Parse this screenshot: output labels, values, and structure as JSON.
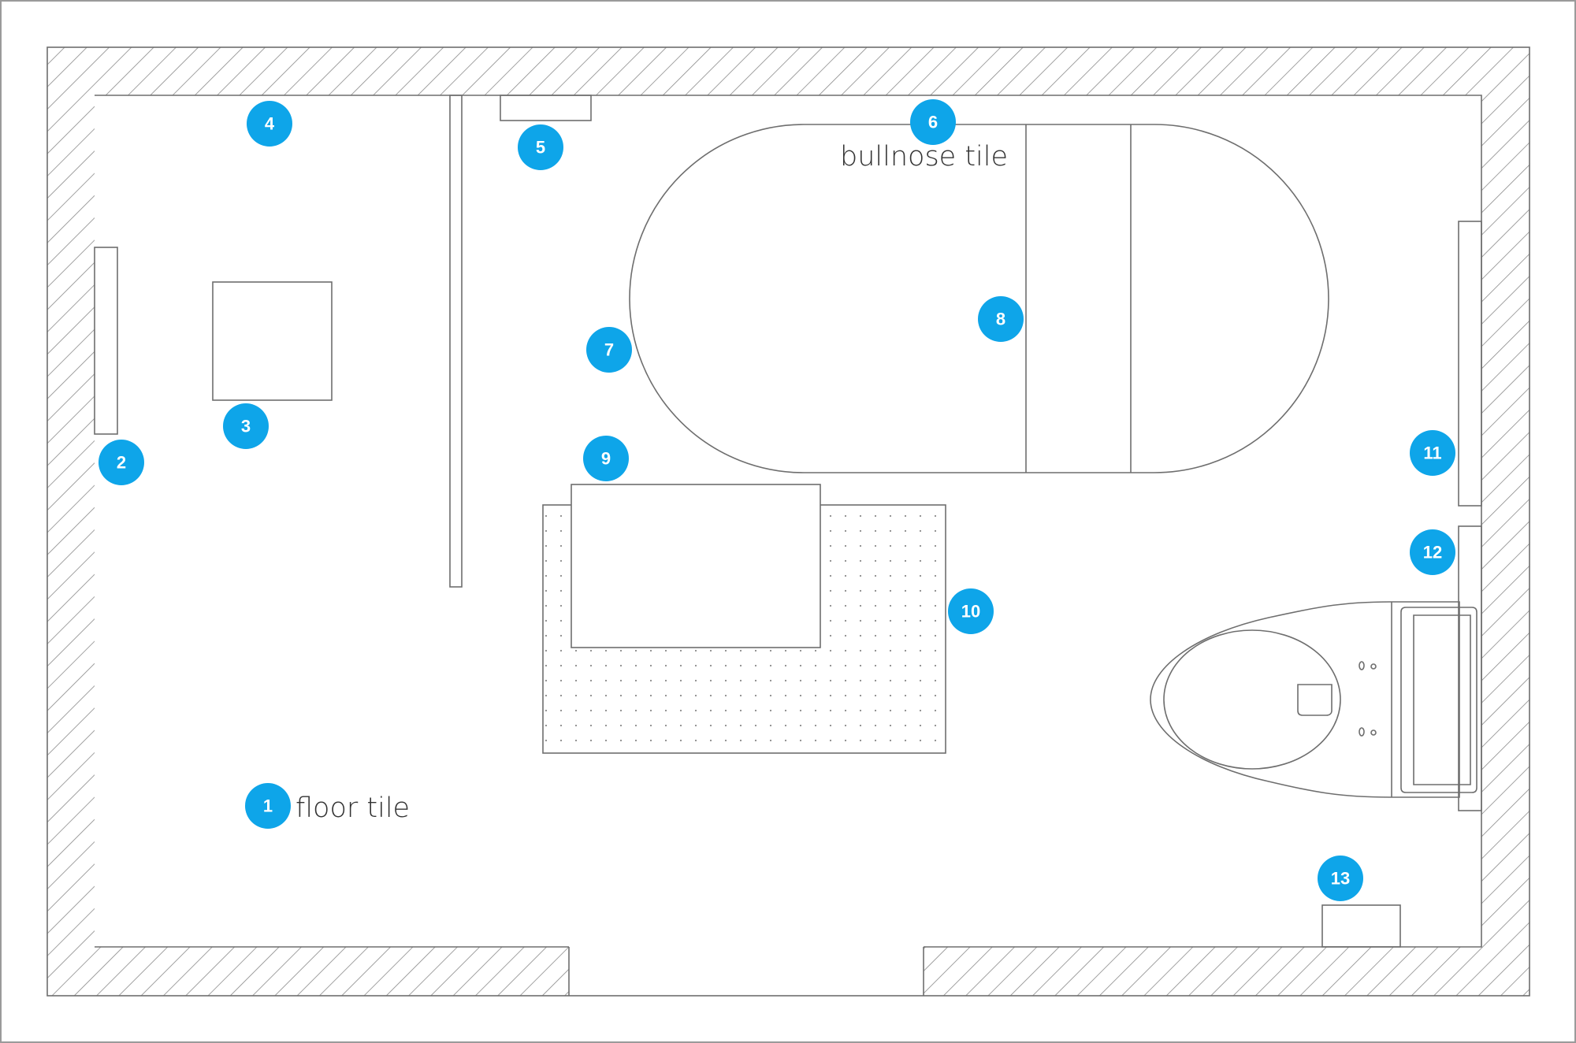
{
  "diagram": {
    "type": "bathroom floor plan",
    "accent_color": "#0ea5e9",
    "line_color": "#6e6e6e",
    "captions": {
      "floor": "floor tile",
      "bathtub": "bullnose tile"
    },
    "markers": [
      "1",
      "2",
      "3",
      "4",
      "5",
      "6",
      "7",
      "8",
      "9",
      "10",
      "11",
      "12",
      "13"
    ]
  }
}
